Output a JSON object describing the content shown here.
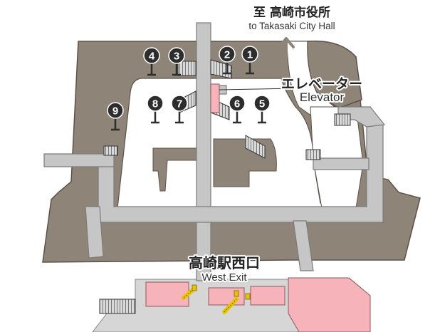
{
  "colors": {
    "plaza": "#8f8478",
    "plaza_edge": "#5a524a",
    "walkway": "#c6c6c6",
    "walkway_edge": "#7b7b7b",
    "shop": "#f6b4ba",
    "shop_edge": "#8c5a5e",
    "escalator": "#e8c200",
    "pin": "#2d2d2d",
    "text_en": "#333333",
    "text_jp": "#222222"
  },
  "labels": {
    "city_hall_jp": "至 高崎市役所",
    "city_hall_en": "to Takasaki City Hall",
    "elevator_jp": "エレベーター",
    "elevator_en": "Elevator",
    "west_exit_jp": "高崎駅西口",
    "west_exit_en": "West Exit"
  },
  "icons": {
    "direction": "arrow-up-icon",
    "bus_stop": "map-pin-icon",
    "elevator": "elevator-icon",
    "escalator": "escalator-icon",
    "stairs": "stairs-icon"
  },
  "bus_stops": [
    {
      "number": "1"
    },
    {
      "number": "2"
    },
    {
      "number": "3"
    },
    {
      "number": "4"
    },
    {
      "number": "5"
    },
    {
      "number": "6"
    },
    {
      "number": "7"
    },
    {
      "number": "8"
    },
    {
      "number": "9"
    }
  ]
}
